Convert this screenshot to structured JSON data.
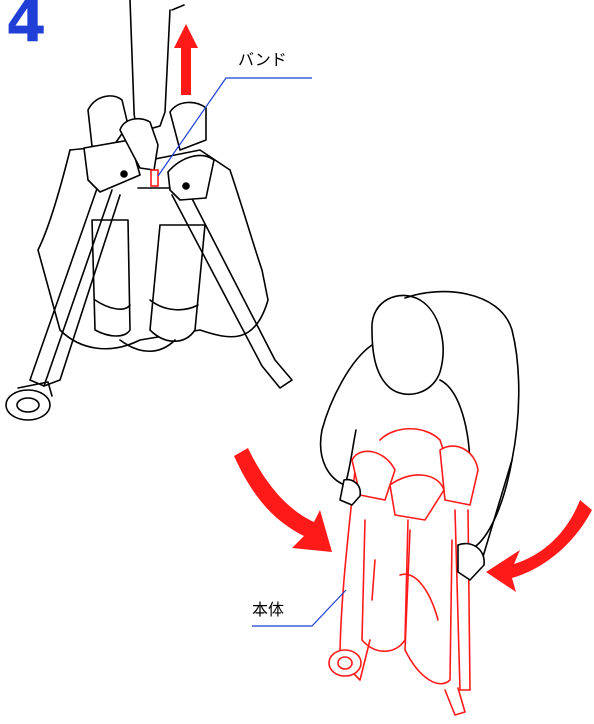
{
  "step": {
    "number": "4"
  },
  "callouts": {
    "band": "バンド",
    "body": "本体"
  },
  "colors": {
    "step_number": "#1f3fd6",
    "highlight": "#ff1a1a",
    "leader_line": "#1f3fd6",
    "line_art": "#000000"
  },
  "icons": [
    "up-arrow-icon",
    "curved-arrow-left-icon",
    "curved-arrow-right-icon"
  ]
}
